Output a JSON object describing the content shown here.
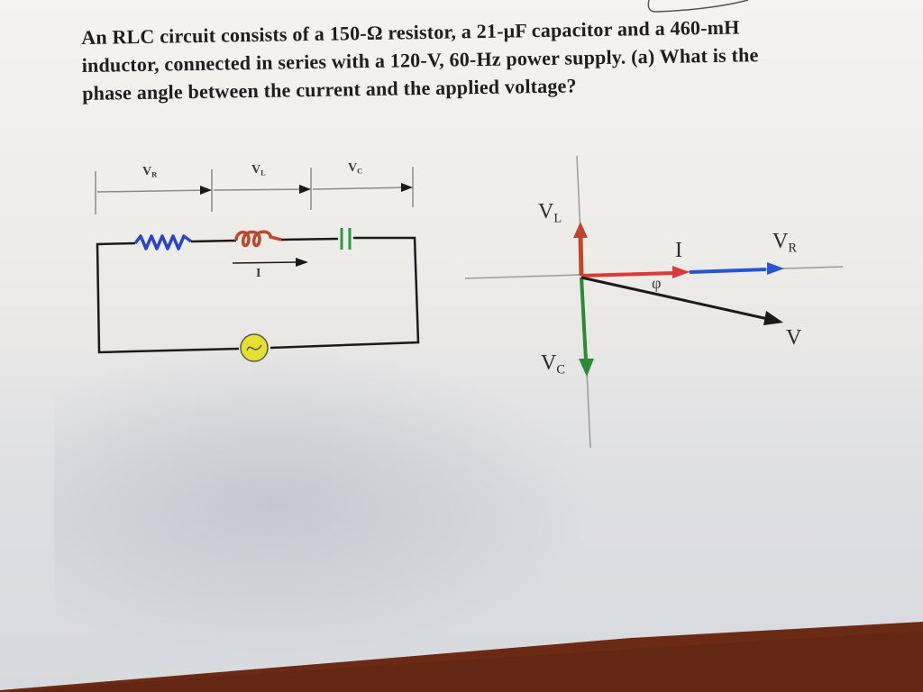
{
  "question": {
    "lines": [
      "An RLC circuit consists of a 150-Ω resistor, a 21-μF capacitor and a 460-mH",
      "inductor, connected in series with a 120-V, 60-Hz power supply. (a) What is the",
      "phase angle between the current and the applied voltage?"
    ]
  },
  "circuit_diagram": {
    "voltage_labels": {
      "resistor": "V",
      "resistor_sub": "R",
      "inductor": "V",
      "inductor_sub": "L",
      "capacitor": "V",
      "capacitor_sub": "C"
    },
    "current_label": "I",
    "components": {
      "resistor_color": "#2a45c8",
      "inductor_color": "#c0452a",
      "capacitor_color": "#2a9a3a",
      "source_color": "#e8e030",
      "source_symbol": "~"
    }
  },
  "phasor_diagram": {
    "labels": {
      "vl": "V",
      "vl_sub": "L",
      "vc": "V",
      "vc_sub": "C",
      "vr": "V",
      "vr_sub": "R",
      "i": "I",
      "v": "V",
      "phi": "φ"
    },
    "colors": {
      "vl": "#c0452a",
      "vc": "#2a8a35",
      "i": "#e03838",
      "vr": "#2a55d0",
      "v": "#1a1a1a",
      "axis": "#9a9a9a"
    }
  }
}
